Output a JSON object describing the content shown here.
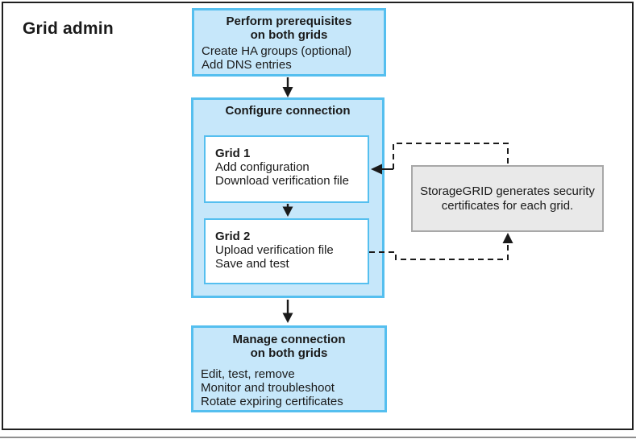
{
  "diagram": {
    "actor_label": "Grid admin",
    "steps": {
      "prerequisites": {
        "title_line1": "Perform prerequisites",
        "title_line2": "on both grids",
        "items": [
          "Create HA groups (optional)",
          "Add DNS entries"
        ]
      },
      "configure": {
        "title": "Configure connection",
        "grid1": {
          "title": "Grid 1",
          "items": [
            "Add configuration",
            "Download verification file"
          ]
        },
        "grid2": {
          "title": "Grid 2",
          "items": [
            "Upload verification file",
            "Save and test"
          ]
        }
      },
      "manage": {
        "title_line1": "Manage connection",
        "title_line2": "on both grids",
        "items": [
          "Edit, test, remove",
          "Monitor and troubleshoot",
          "Rotate expiring certificates"
        ]
      }
    },
    "note": {
      "line1": "StorageGRID generates security",
      "line2": "certificates for each grid."
    },
    "colors": {
      "step_fill": "#c6e7fa",
      "step_border": "#55bfef",
      "note_fill": "#e9e9e9",
      "note_border": "#a8a8a8",
      "line": "#1a1a1a",
      "frame": "#1f1f1f"
    }
  }
}
